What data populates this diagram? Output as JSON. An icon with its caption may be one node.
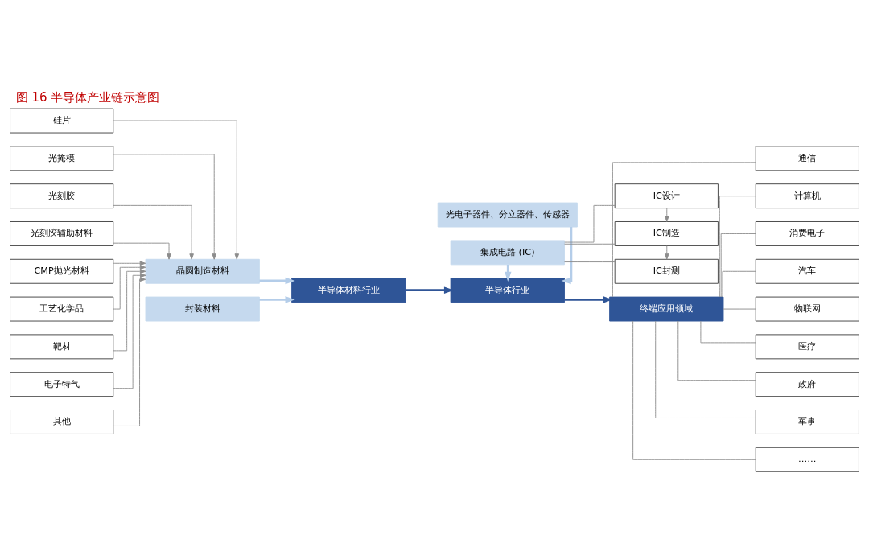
{
  "diagram": {
    "title": "图 16 半导体产业链示意图",
    "nodes": [
      {
        "text": [
          "硅片"
        ]
      },
      {
        "text": [
          "光掩模"
        ]
      },
      {
        "text": [
          "光刻胶"
        ]
      },
      {
        "text": [
          "光刻胶辅助材料"
        ]
      },
      {
        "text": [
          "CMP抛光材料"
        ]
      },
      {
        "text": [
          "工艺化学品"
        ]
      },
      {
        "text": [
          "靶材"
        ]
      },
      {
        "text": [
          "电子特气"
        ]
      },
      {
        "text": [
          "其他"
        ]
      },
      {
        "text": [
          "晶圆制造材料"
        ]
      },
      {
        "text": [
          "半导体材料行业"
        ]
      },
      {
        "text": [
          "封装材料"
        ]
      },
      {
        "text": [
          "光电子器件、分立器件、传感器"
        ]
      },
      {
        "text": [
          "半导体行业"
        ]
      },
      {
        "text": [
          "集成电路 (IC)"
        ]
      },
      {
        "text": [
          "IC设计"
        ]
      },
      {
        "text": [
          "IC制造"
        ]
      },
      {
        "text": [
          "IC封测"
        ]
      },
      {
        "text": [
          "终端应用领域"
        ]
      },
      {
        "text": [
          "通信"
        ]
      },
      {
        "text": [
          "计算机"
        ]
      },
      {
        "text": [
          "消费电子"
        ]
      },
      {
        "text": [
          "汽车"
        ]
      },
      {
        "text": [
          "物联网"
        ]
      },
      {
        "text": [
          "医疗"
        ]
      },
      {
        "text": [
          "政府"
        ]
      },
      {
        "text": [
          "军事"
        ]
      },
      {
        "text": [
          "……"
        ]
      }
    ],
    "edges": [
      {
        "from": 0,
        "to": 9,
        "arrow": "to"
      },
      {
        "from": 1,
        "to": 9,
        "arrow": "to"
      },
      {
        "from": 2,
        "to": 9,
        "arrow": "to"
      },
      {
        "from": 3,
        "to": 9,
        "arrow": "to"
      },
      {
        "from": 4,
        "to": 9,
        "arrow": "to"
      },
      {
        "from": 5,
        "to": 9,
        "arrow": "to"
      },
      {
        "from": 6,
        "to": 9,
        "arrow": "to"
      },
      {
        "from": 7,
        "to": 9,
        "arrow": "to"
      },
      {
        "from": 8,
        "to": 9,
        "arrow": "to"
      },
      {
        "from": 9,
        "to": 10,
        "arrow": "to",
        "color": "#b4cde9",
        "style": "thick"
      },
      {
        "from": 11,
        "to": 10,
        "arrow": "to",
        "color": "#b4cde9",
        "style": "thick"
      },
      {
        "from": 10,
        "to": 13,
        "arrow": "to",
        "color": "#2f5597",
        "style": "thick"
      },
      {
        "from": 12,
        "to": 13,
        "arrow": "to",
        "color": "#b4cde9",
        "style": "thick"
      },
      {
        "from": 14,
        "to": 13,
        "arrow": "to",
        "color": "#b4cde9",
        "style": "thick"
      },
      {
        "from": 13,
        "to": 18,
        "arrow": "to",
        "color": "#2f5597",
        "style": "thick"
      },
      {
        "from": 14,
        "to": 15,
        "arrow": "none"
      },
      {
        "from": 14,
        "to": 16,
        "arrow": "none"
      },
      {
        "from": 14,
        "to": 17,
        "arrow": "none"
      },
      {
        "from": 15,
        "to": 16,
        "arrow": "to"
      },
      {
        "from": 16,
        "to": 17,
        "arrow": "to"
      },
      {
        "from": 18,
        "to": 19,
        "arrow": "none"
      },
      {
        "from": 18,
        "to": 20,
        "arrow": "none"
      },
      {
        "from": 18,
        "to": 21,
        "arrow": "none"
      },
      {
        "from": 18,
        "to": 22,
        "arrow": "none"
      },
      {
        "from": 18,
        "to": 23,
        "arrow": "none"
      },
      {
        "from": 18,
        "to": 24,
        "arrow": "none"
      },
      {
        "from": 18,
        "to": 25,
        "arrow": "none"
      },
      {
        "from": 18,
        "to": 26,
        "arrow": "none"
      },
      {
        "from": 18,
        "to": 27,
        "arrow": "none"
      }
    ]
  }
}
